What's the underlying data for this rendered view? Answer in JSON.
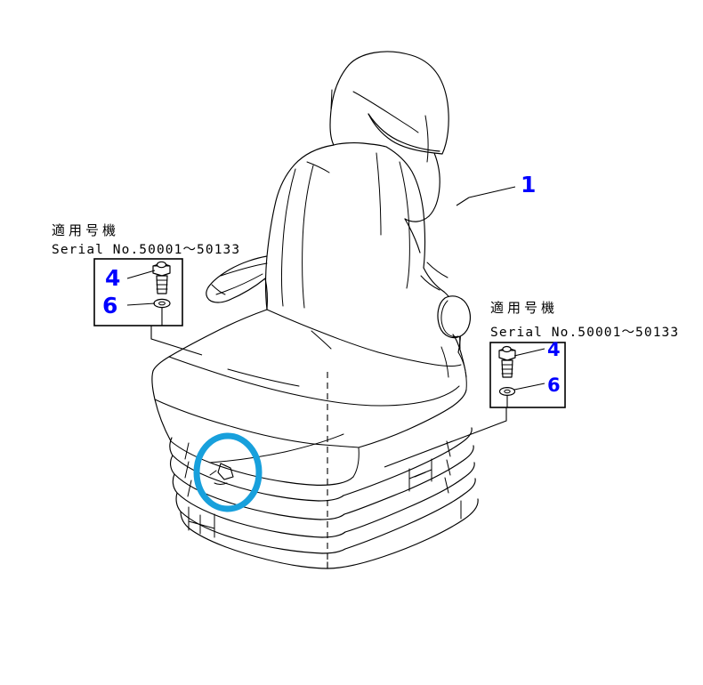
{
  "document": {
    "type": "parts-catalog-illustration",
    "subject": "operator-seat-assembly",
    "background_color": "#ffffff",
    "line_color": "#000000",
    "label_color": "#0000ff",
    "highlight_color": "#18a0dc"
  },
  "callouts": {
    "seat_assembly": {
      "number": "1",
      "leader_from": "seat-back-right-side"
    },
    "left_box": {
      "heading_jp": "適用号機",
      "heading_en": "Serial No.50001〜50133",
      "items": [
        {
          "number": "4",
          "part": "hex-bolt"
        },
        {
          "number": "6",
          "part": "flat-washer"
        }
      ],
      "leader_target": "seat-suspension-left"
    },
    "right_box": {
      "heading_jp": "適用号機",
      "heading_en": "Serial No.50001〜50133",
      "items": [
        {
          "number": "4",
          "part": "hex-bolt"
        },
        {
          "number": "6",
          "part": "flat-washer"
        }
      ],
      "leader_target": "seat-suspension-right"
    }
  },
  "highlight": {
    "shape": "circle",
    "target": "mounting-bolt-left-bellows",
    "color": "#18a0dc"
  },
  "parts_visible": {
    "headrest": "headrest",
    "seat_back": "seat-back",
    "armrest": "armrest",
    "recline_knob": "recline-knob",
    "seat_cushion": "seat-cushion",
    "suspension_bellows": "suspension-bellows",
    "base_frame": "base-frame"
  }
}
